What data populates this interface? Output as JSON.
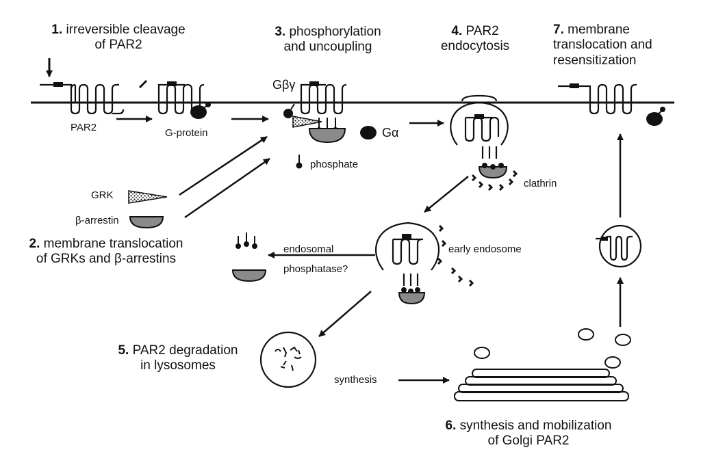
{
  "steps": {
    "s1": {
      "num": "1.",
      "line1": "irreversible cleavage",
      "line2": "of PAR2"
    },
    "s2": {
      "num": "2.",
      "line1": "membrane translocation",
      "line2": "of GRKs and β-arrestins"
    },
    "s3": {
      "num": "3.",
      "line1": "phosphorylation",
      "line2": "and uncoupling"
    },
    "s4": {
      "num": "4.",
      "line1": "PAR2",
      "line2": "endocytosis"
    },
    "s5": {
      "num": "5.",
      "line1": "PAR2 degradation",
      "line2": "in lysosomes"
    },
    "s6": {
      "num": "6.",
      "line1": "synthesis and mobilization",
      "line2": "of Golgi PAR2"
    },
    "s7": {
      "num": "7.",
      "line1": "membrane",
      "line2": "translocation and",
      "line3": "resensitization"
    }
  },
  "labels": {
    "par2": "PAR2",
    "g_protein": "G-protein",
    "g_beta_gamma": "Gβγ",
    "g_alpha": "Gα",
    "phosphate": "phosphate",
    "grk": "GRK",
    "beta_arrestin": "β-arrestin",
    "clathrin": "clathrin",
    "early_endosome": "early endosome",
    "endosomal_line1": "endosomal",
    "endosomal_line2": "phosphatase?",
    "synthesis": "synthesis"
  }
}
